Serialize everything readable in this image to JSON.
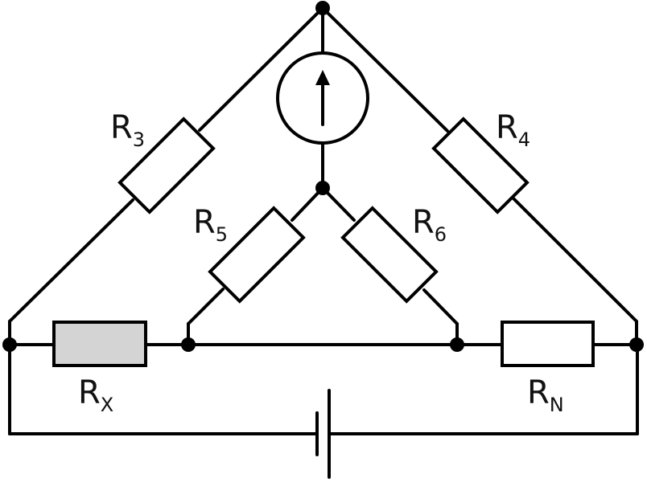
{
  "diagram": {
    "type": "bridge circuit",
    "resistors": [
      {
        "id": "r3",
        "label": "R",
        "sub": "3"
      },
      {
        "id": "r4",
        "label": "R",
        "sub": "4"
      },
      {
        "id": "r5",
        "label": "R",
        "sub": "5"
      },
      {
        "id": "r6",
        "label": "R",
        "sub": "6"
      },
      {
        "id": "rx",
        "label": "R",
        "sub": "X",
        "shaded": true
      },
      {
        "id": "rn",
        "label": "R",
        "sub": "N"
      }
    ],
    "instrument": "ammeter-icon",
    "source": "battery-icon",
    "colors": {
      "line": "#000000",
      "shaded_resistor": "#d4d4d4"
    }
  }
}
